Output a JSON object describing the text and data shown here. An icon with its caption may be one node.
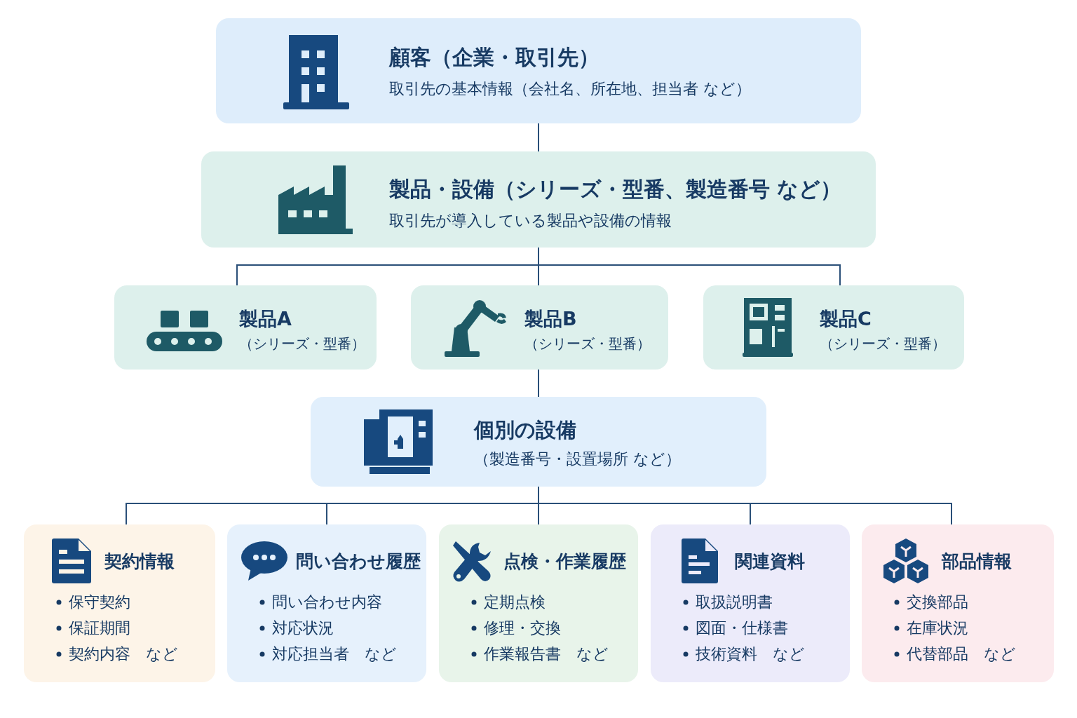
{
  "diagram": {
    "nodes": [
      {
        "text": [
          "顧客（企業・取引先）",
          "取引先の基本情報（会社名、所在地、担当者 など）"
        ]
      },
      {
        "text": [
          "製品・設備（シリーズ・型番、製造番号 など）",
          "取引先が導入している製品や設備の情報"
        ]
      },
      {
        "text": [
          "製品A",
          "（シリーズ・型番）"
        ]
      },
      {
        "text": [
          "製品B",
          "（シリーズ・型番）"
        ]
      },
      {
        "text": [
          "製品C",
          "（シリーズ・型番）"
        ]
      },
      {
        "text": [
          "個別の設備",
          "（製造番号・設置場所 など）"
        ]
      },
      {
        "text": [
          "契約情報",
          "保守契約",
          "保証期間",
          "契約内容　など"
        ]
      },
      {
        "text": [
          "問い合わせ履歴",
          "問い合わせ内容",
          "対応状況",
          "対応担当者　など"
        ]
      },
      {
        "text": [
          "点検・作業履歴",
          "定期点検",
          "修理・交換",
          "作業報告書　など"
        ]
      },
      {
        "text": [
          "関連資料",
          "取扱説明書",
          "図面・仕様書",
          "技術資料　など"
        ]
      },
      {
        "text": [
          "部品情報",
          "交換部品",
          "在庫状況",
          "代替部品　など"
        ]
      }
    ],
    "edges": [
      {
        "from": 0,
        "to": 1,
        "arrow": "none"
      },
      {
        "from": 1,
        "to": 2,
        "arrow": "none"
      },
      {
        "from": 1,
        "to": 3,
        "arrow": "none"
      },
      {
        "from": 1,
        "to": 4,
        "arrow": "none"
      },
      {
        "from": 3,
        "to": 5,
        "arrow": "none"
      },
      {
        "from": 5,
        "to": 6,
        "arrow": "none"
      },
      {
        "from": 5,
        "to": 7,
        "arrow": "none"
      },
      {
        "from": 5,
        "to": 8,
        "arrow": "none"
      },
      {
        "from": 5,
        "to": 9,
        "arrow": "none"
      },
      {
        "from": 5,
        "to": 10,
        "arrow": "none"
      }
    ]
  }
}
